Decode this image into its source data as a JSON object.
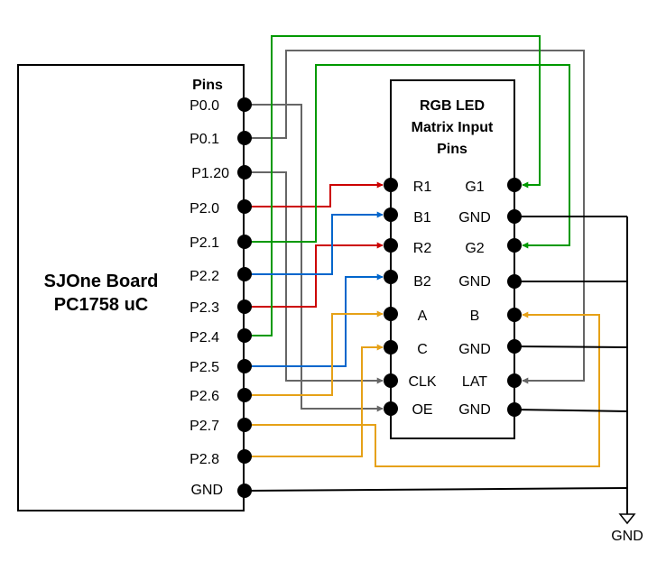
{
  "board": {
    "title_line1": "SJOne Board",
    "title_line2": "PC1758 uC",
    "pins_heading": "Pins",
    "pins": [
      "P0.0",
      "P0.1",
      "P1.20",
      "P2.0",
      "P2.1",
      "P2.2",
      "P2.3",
      "P2.4",
      "P2.5",
      "P2.6",
      "P2.7",
      "P2.8",
      "GND"
    ]
  },
  "matrix": {
    "title_line1": "RGB LED",
    "title_line2": "Matrix Input",
    "title_line3": "Pins",
    "left_pins": [
      "R1",
      "B1",
      "R2",
      "B2",
      "A",
      "C",
      "CLK",
      "OE"
    ],
    "right_pins": [
      "G1",
      "GND",
      "G2",
      "GND",
      "B",
      "GND",
      "LAT",
      "GND"
    ]
  },
  "ground": {
    "label": "GND"
  },
  "colors": {
    "red": "#cc0000",
    "blue": "#0066cc",
    "green": "#009900",
    "gray": "#666666",
    "orange": "#e6a117",
    "black": "#000000"
  },
  "connections": [
    {
      "from": "P0.0",
      "to": "OE",
      "color": "gray"
    },
    {
      "from": "P0.1",
      "to": "LAT",
      "color": "gray"
    },
    {
      "from": "P1.20",
      "to": "CLK",
      "color": "gray"
    },
    {
      "from": "P2.0",
      "to": "R1",
      "color": "red"
    },
    {
      "from": "P2.1",
      "to": "G2",
      "color": "green"
    },
    {
      "from": "P2.2",
      "to": "B1",
      "color": "blue"
    },
    {
      "from": "P2.3",
      "to": "R2",
      "color": "red"
    },
    {
      "from": "P2.4",
      "to": "G1",
      "color": "green"
    },
    {
      "from": "P2.5",
      "to": "B2",
      "color": "blue"
    },
    {
      "from": "P2.6",
      "to": "A",
      "color": "orange"
    },
    {
      "from": "P2.7",
      "to": "B",
      "color": "orange"
    },
    {
      "from": "P2.8",
      "to": "C",
      "color": "orange"
    },
    {
      "from": "GND",
      "to": "GND",
      "color": "black"
    },
    {
      "from": "matrix GND",
      "to": "GND",
      "color": "black"
    }
  ]
}
